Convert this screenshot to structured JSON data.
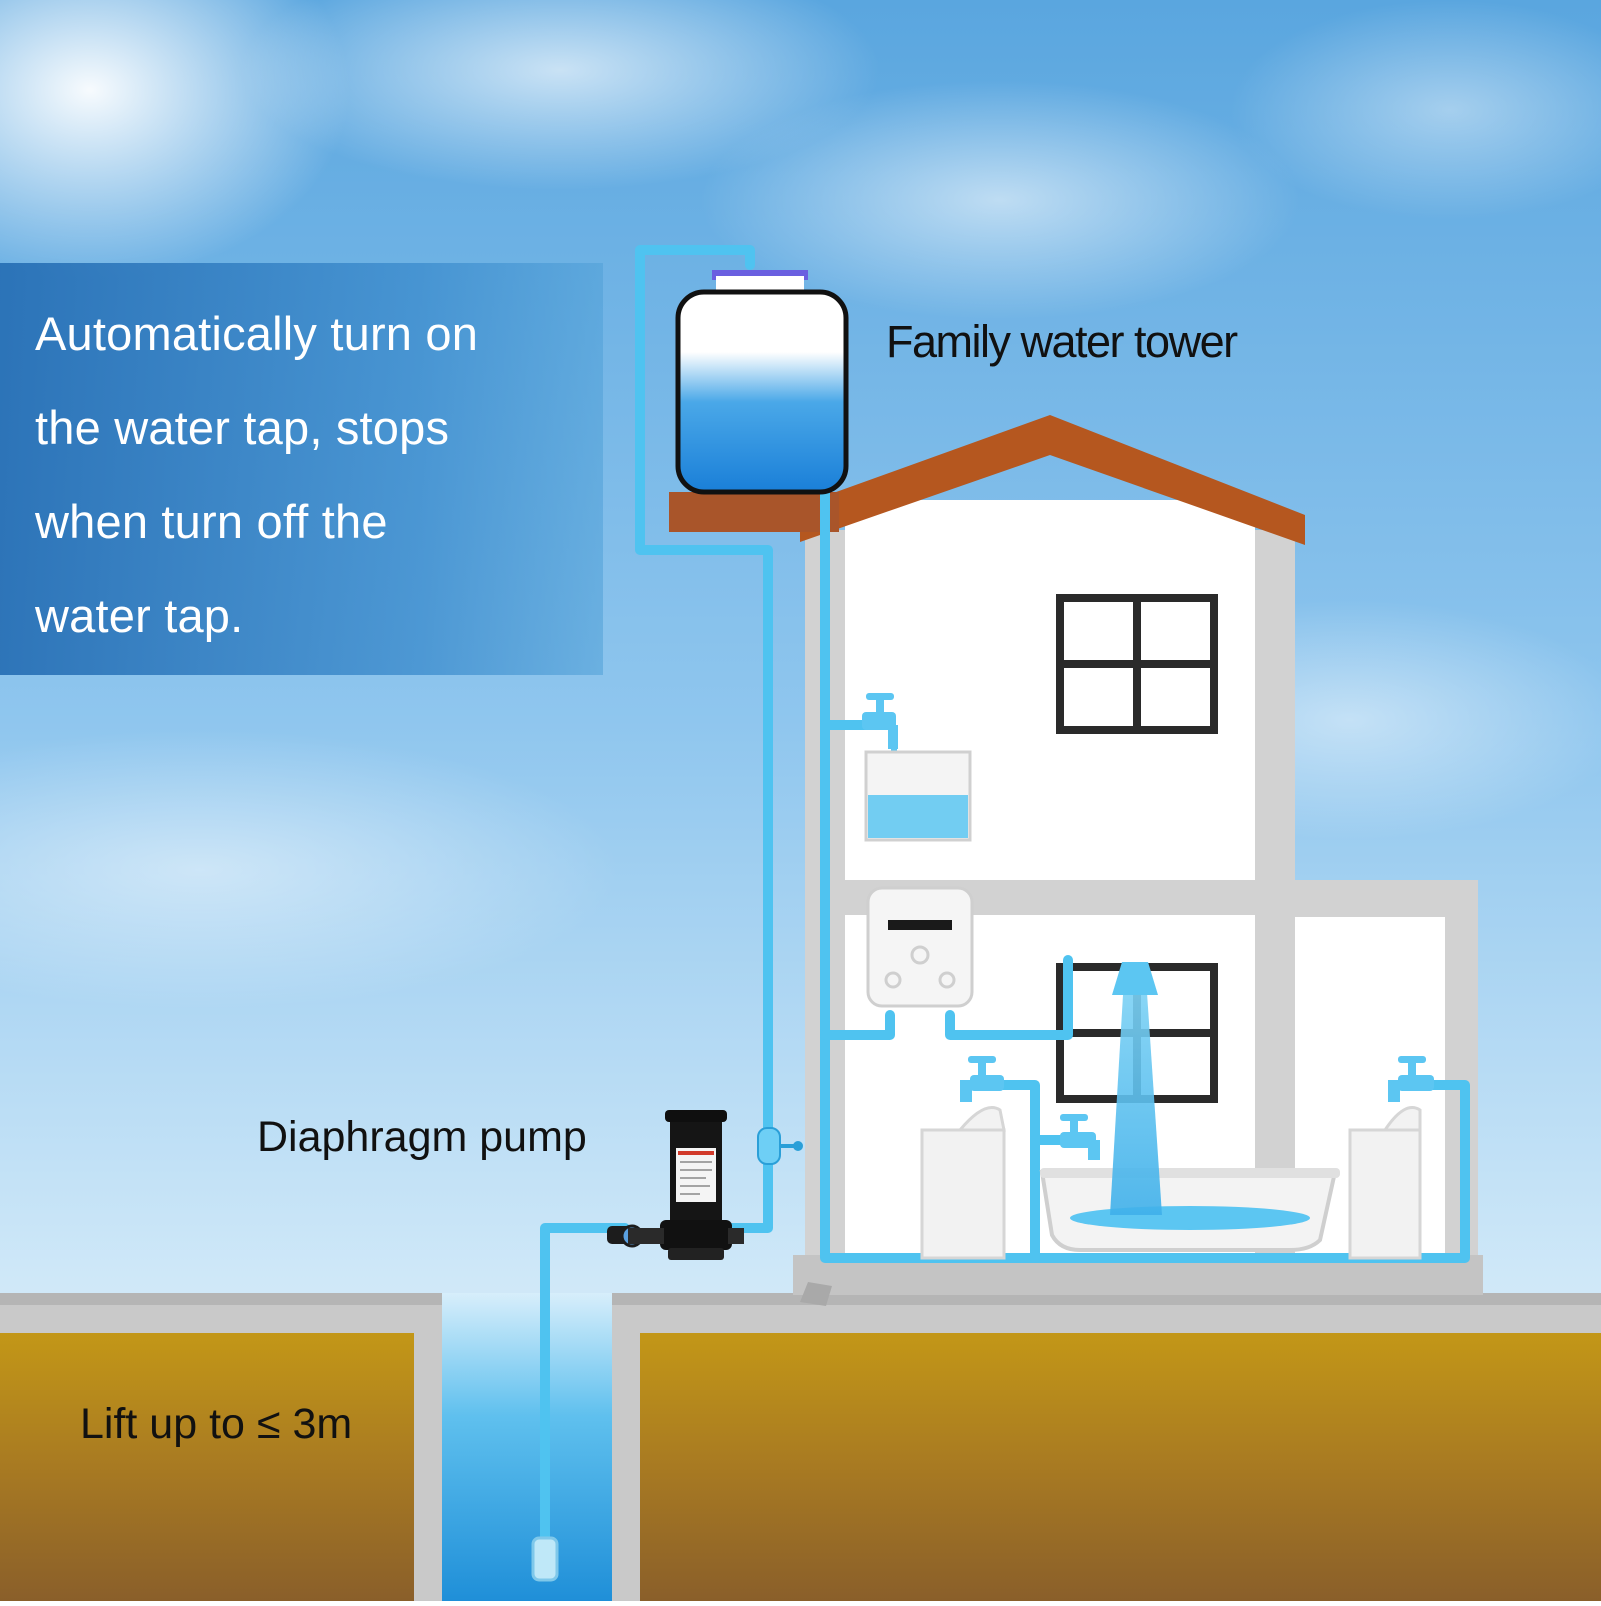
{
  "info_box": {
    "lines": [
      "Automatically turn on",
      "the water tap, stops",
      "when turn off the",
      "water tap."
    ]
  },
  "labels": {
    "tower": "Family water tower",
    "pump": "Diaphragm pump",
    "lift": "Lift up to ≤ 3m"
  },
  "colors": {
    "pipe": "#4fc3f0",
    "roof": "#b5571f",
    "soil": "#b88a1a",
    "wall": "#c9c9c9",
    "sky_top": "#5aa9e0",
    "sky_bottom": "#d6ecfa"
  }
}
